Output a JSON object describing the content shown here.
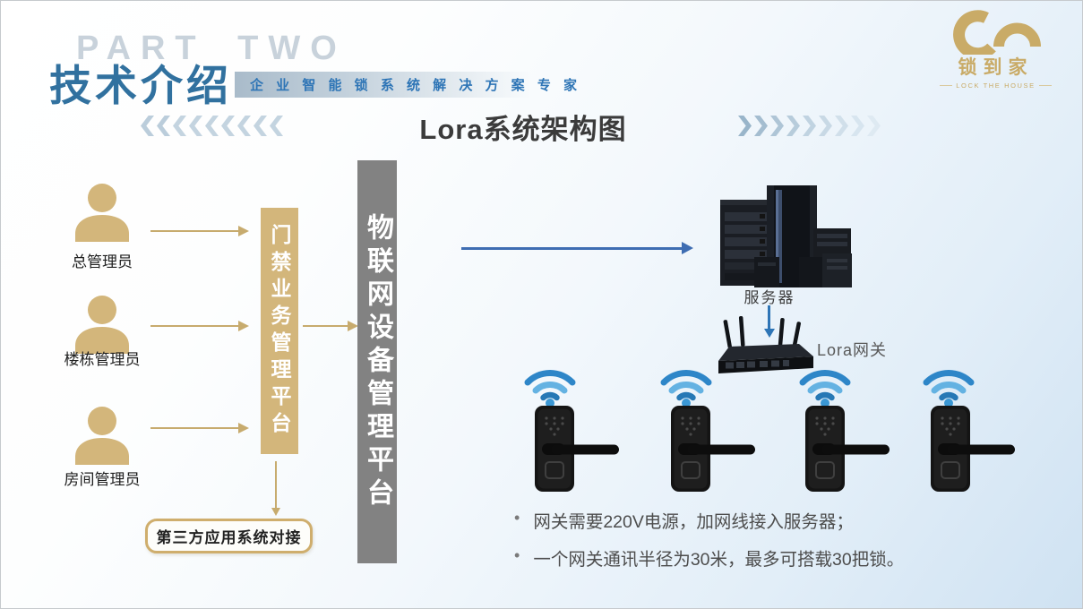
{
  "header": {
    "part_label": "PART TWO",
    "section_title": "技术介绍",
    "tagline": "企 业 智 能 锁 系 统 解 决 方 案 专 家",
    "logo": {
      "brand": "锁到家",
      "slogan": "LOCK THE HOUSE"
    }
  },
  "title": "Lora系统架构图",
  "diagram": {
    "roles": [
      {
        "label": "总管理员"
      },
      {
        "label": "楼栋管理员"
      },
      {
        "label": "房间管理员"
      }
    ],
    "access_platform_label": "门禁业务管理平台",
    "iot_platform_label": "物联网设备管理平台",
    "third_party_label": "第三方应用系统对接",
    "server_label": "服务器",
    "gateway_label": "Lora网关",
    "lock_count": 4,
    "wifi_count": 4
  },
  "notes": [
    "网关需要220V电源，加网线接入服务器；",
    "一个网关通讯半径为30米，最多可搭载30把锁。"
  ],
  "icons": {
    "logo_mark": "double-arc-icon",
    "role": "person-icon",
    "server": "server-rack-icon",
    "gateway": "wifi-router-icon",
    "wifi": "wifi-signal-icon",
    "lock": "smart-door-lock-icon"
  },
  "colors": {
    "gold": "#d3b67b",
    "gold_line": "#c7ab6e",
    "gray_bar": "#828282",
    "accent_blue": "#2e75b6",
    "arrow_blue": "#3e6db2",
    "section_title_blue": "#31719f",
    "wifi_blue": "#2e86c8",
    "title_text": "#3b3b3b"
  }
}
